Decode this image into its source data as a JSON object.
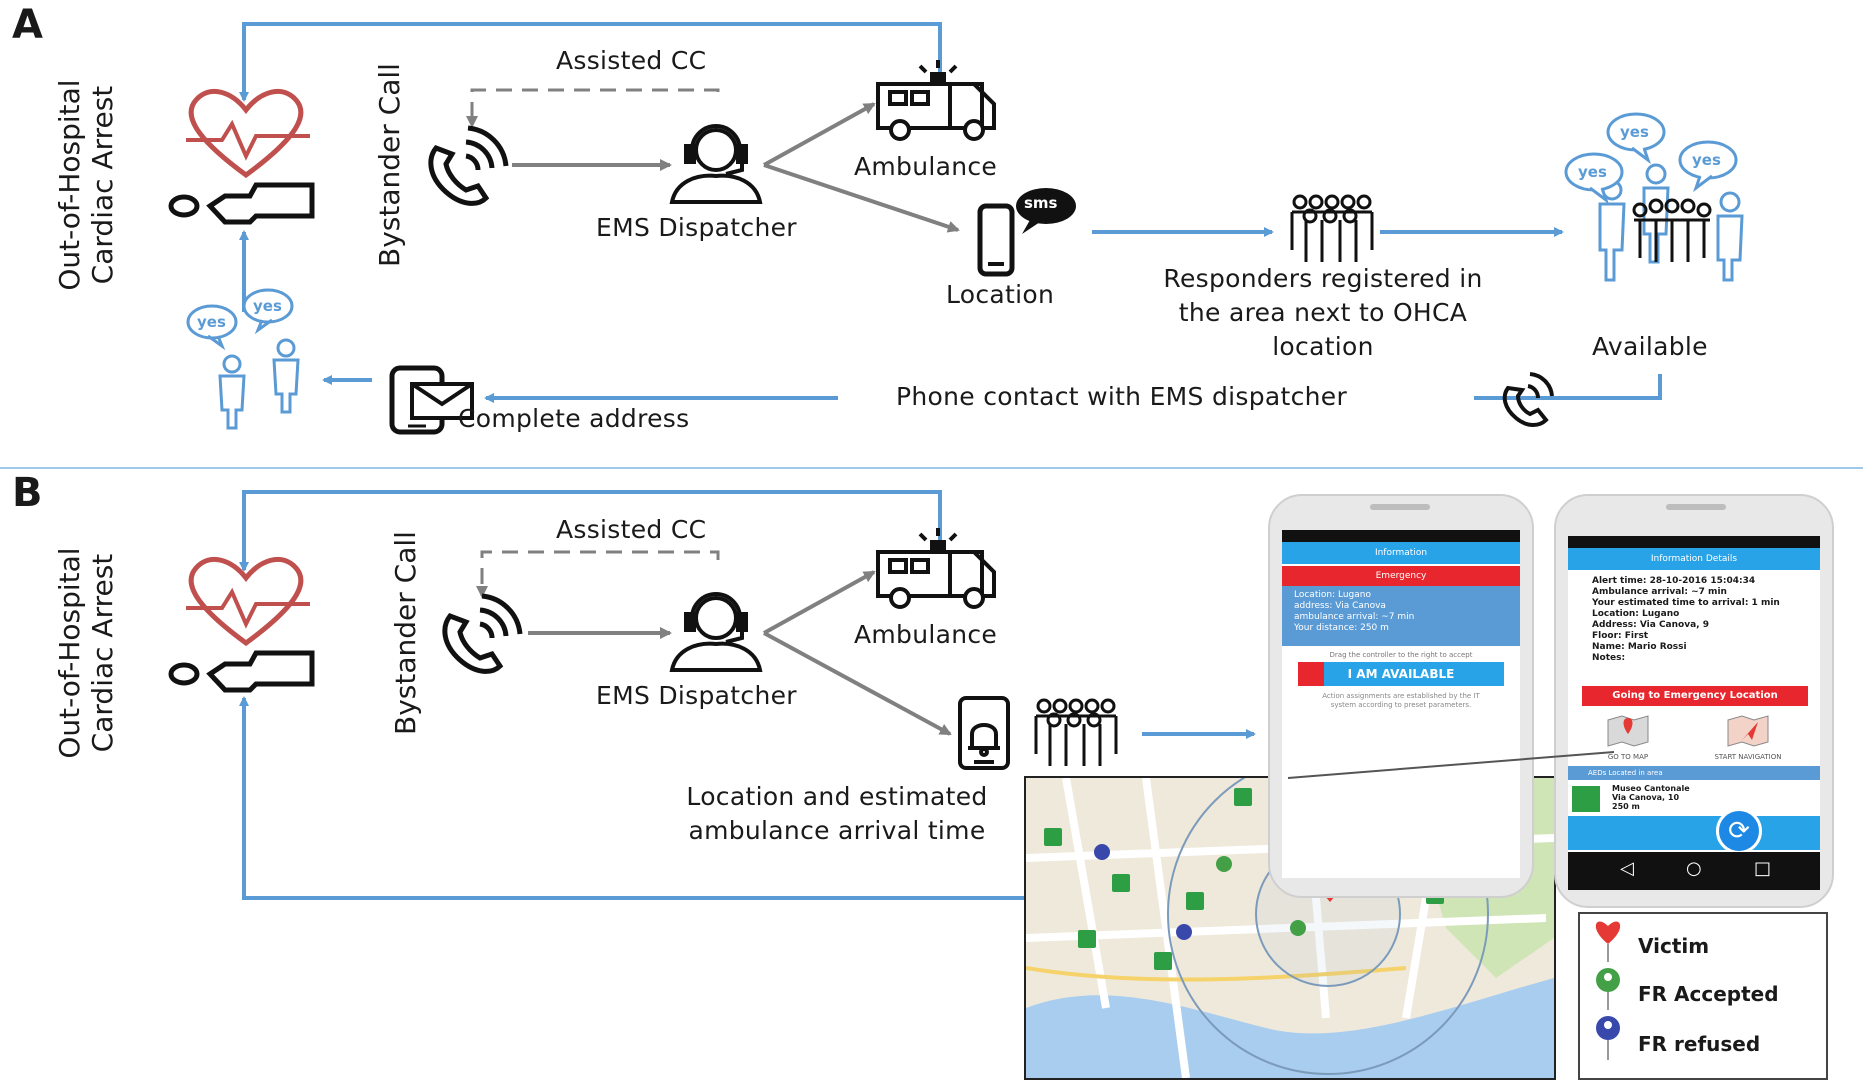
{
  "panels": {
    "a": "A",
    "b": "B"
  },
  "labels": {
    "ohca": [
      "Out-of-Hospital",
      "Cardiac Arrest"
    ],
    "bystander_call": "Bystander Call",
    "assisted_cc": "Assisted CC",
    "ems_dispatcher": "EMS Dispatcher",
    "ambulance": "Ambulance",
    "location": "Location",
    "sms": "sms",
    "responders": [
      "Responders registered in",
      "the area next to OHCA",
      "location"
    ],
    "available": "Available",
    "phone_contact": "Phone contact with EMS dispatcher",
    "complete_address": "Complete address",
    "yes": "yes",
    "location_eta": [
      "Location and estimated",
      "ambulance arrival time"
    ]
  },
  "phone1": {
    "header": "Information",
    "banner": "Emergency",
    "info": [
      "Location: Lugano",
      "address: Via Canova",
      "ambulance arrival: ~7 min",
      "Your distance: 250 m"
    ],
    "hint": "Drag the controller to the right to accept",
    "button": "I AM AVAILABLE",
    "note": [
      "Action assignments are established by the IT",
      "system according to preset parameters."
    ]
  },
  "phone2": {
    "header": "Information Details",
    "details": [
      "Alert time: 28-10-2016 15:04:34",
      "Ambulance arrival: ~7 min",
      "Your estimated time to arrival: 1 min",
      "Location: Lugano",
      "Address: Via Canova, 9",
      "Floor: First",
      "Name: Mario Rossi",
      "Notes:"
    ],
    "button": "Going to Emergency Location",
    "go_to_map": "GO TO MAP",
    "start_navigation": "START NAVIGATION",
    "aed_header": "AEDs Located in area",
    "aed_item": [
      "Museo Cantonale",
      "Via Canova, 10",
      "250 m"
    ]
  },
  "legend": {
    "victim": "Victim",
    "fr_accepted": "FR Accepted",
    "fr_refused": "FR refused"
  },
  "colors": {
    "blue": "#5b9bd5",
    "gray": "#808080",
    "red": "#c0504d",
    "victim_red": "#e53935",
    "accepted_green": "#43a047",
    "refused_blue": "#3949ab",
    "app_blue": "#29a3e8",
    "app_red": "#e8262d"
  }
}
